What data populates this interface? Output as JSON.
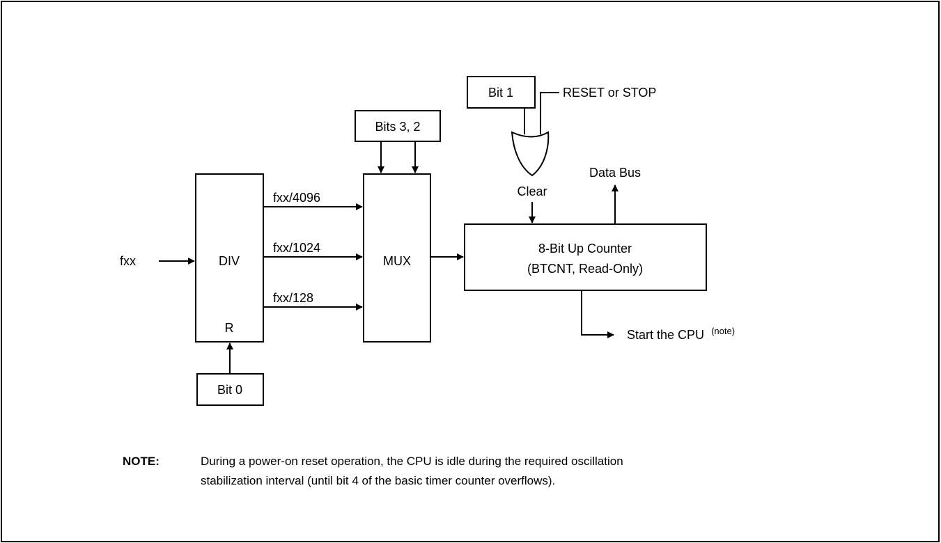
{
  "diagram": {
    "blocks": {
      "div": {
        "label": "DIV",
        "reset_label": "R"
      },
      "mux": {
        "label": "MUX"
      },
      "counter": {
        "line1": "8-Bit Up Counter",
        "line2": "(BTCNT, Read-Only)"
      },
      "bits32": {
        "label": "Bits 3, 2"
      },
      "bit0": {
        "label": "Bit 0"
      },
      "bit1": {
        "label": "Bit 1"
      }
    },
    "signals": {
      "input": "fxx",
      "div4096": "fxx/4096",
      "div1024": "fxx/1024",
      "div128": "fxx/128",
      "reset_stop": "RESET or STOP",
      "clear": "Clear",
      "data_bus": "Data Bus",
      "start_cpu": "Start the CPU",
      "start_cpu_sup": "(note)"
    }
  },
  "note": {
    "label": "NOTE:",
    "line1": "During a power-on reset operation, the CPU is idle during the required oscillation",
    "line2": "stabilization interval (until bit 4 of the basic timer counter overflows)."
  }
}
